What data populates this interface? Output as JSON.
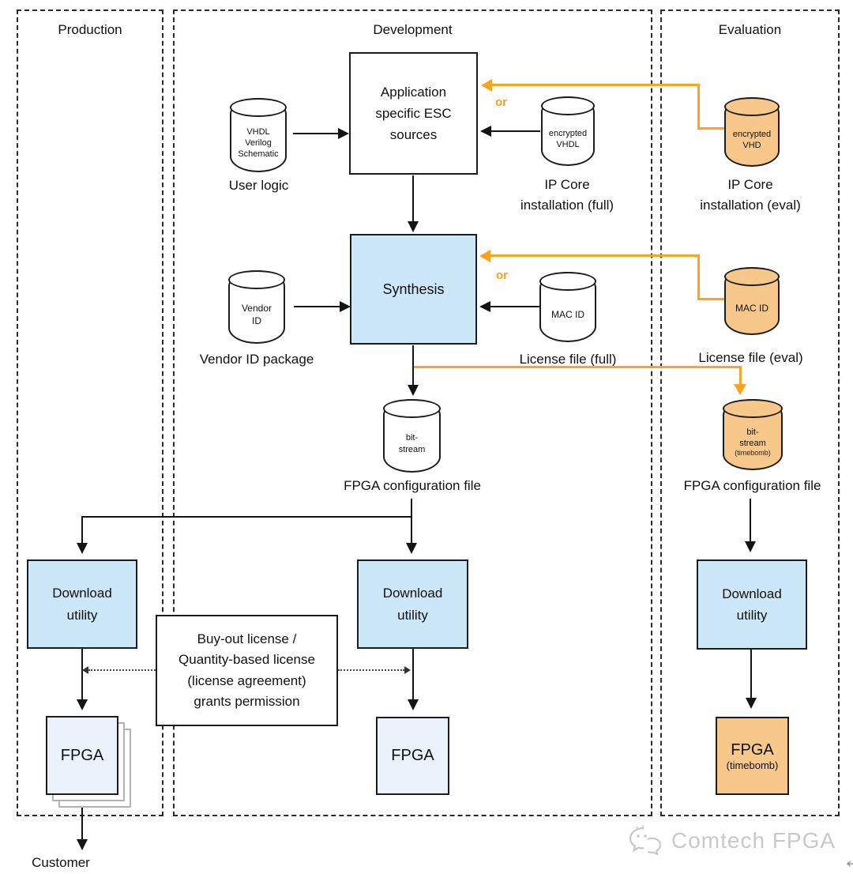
{
  "columns": {
    "production": "Production",
    "development": "Development",
    "evaluation": "Evaluation"
  },
  "development": {
    "app_sources": "Application\nspecific ESC\nsources",
    "or_top": "or",
    "or_mid": "or",
    "synthesis": "Synthesis",
    "user_logic": {
      "cylinder_text": "VHDL\nVerilog\nSchematic",
      "label": "User logic"
    },
    "ip_core_full": {
      "cylinder_text": "encrypted\nVHDL",
      "label": "IP Core\ninstallation (full)"
    },
    "vendor_id": {
      "cylinder_text": "Vendor\nID",
      "label": "Vendor ID package"
    },
    "license_full": {
      "cylinder_text": "MAC ID",
      "label": "License file (full)"
    },
    "bitstream": {
      "cylinder_text": "bit-\nstream",
      "label": "FPGA configuration file"
    },
    "download_utility": "Download\nutility",
    "fpga": "FPGA",
    "license_note": "Buy-out license /\nQuantity-based license\n(license agreement)\ngrants permission"
  },
  "production": {
    "download_utility": "Download\nutility",
    "fpga": "FPGA",
    "customer": "Customer"
  },
  "evaluation": {
    "ip_core_eval": {
      "cylinder_text": "encrypted\nVHD",
      "label": "IP Core\ninstallation (eval)"
    },
    "license_eval": {
      "cylinder_text": "MAC ID",
      "label": "License file (eval)"
    },
    "bitstream_eval": {
      "cylinder_text": "bit-\nstream",
      "cylinder_subtext": "(timebomb)",
      "label": "FPGA configuration file"
    },
    "download_utility": "Download\nutility",
    "fpga": "FPGA",
    "fpga_subtext": "(timebomb)"
  },
  "watermark": {
    "text": "Comtech FPGA"
  },
  "colors": {
    "process_fill": "#cbe7f8",
    "fpga_fill": "#eaf2fc",
    "eval_fill": "#f8c88a",
    "highlight_line": "#ffa21f"
  }
}
